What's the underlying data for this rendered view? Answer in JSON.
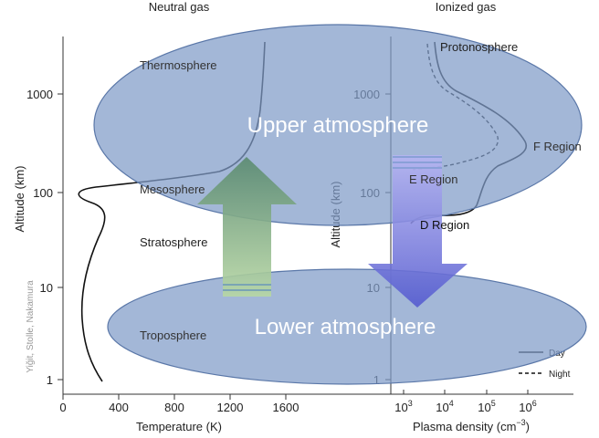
{
  "headers": {
    "left": "Neutral gas",
    "right": "Ionized gas"
  },
  "left_axis": {
    "ylabel": "Altitude (km)",
    "xlabel": "Temperature (K)",
    "y_ticks": [
      "1",
      "10",
      "100",
      "1000"
    ],
    "x_ticks": [
      "0",
      "400",
      "800",
      "1200",
      "1600"
    ]
  },
  "right_axis": {
    "ylabel": "Altitude (km)",
    "xlabel": "Plasma density (cm",
    "xlabel_exp": "−3",
    "xlabel_close": ")",
    "y_ticks": [
      "1",
      "10",
      "100",
      "1000"
    ],
    "x_ticks": [
      {
        "base": "10",
        "exp": "3"
      },
      {
        "base": "10",
        "exp": "4"
      },
      {
        "base": "10",
        "exp": "5"
      },
      {
        "base": "10",
        "exp": "6"
      }
    ]
  },
  "layers": {
    "thermosphere": "Thermosphere",
    "mesosphere": "Mesosphere",
    "stratosphere": "Stratosphere",
    "troposphere": "Troposphere"
  },
  "regions": {
    "protonosphere": "Protonosphere",
    "f_region": "F Region",
    "e_region": "E Region",
    "d_region": "D Region"
  },
  "overlays": {
    "upper": "Upper atmosphere",
    "lower": "Lower atmosphere"
  },
  "legend": {
    "day": "Day",
    "night": "Night"
  },
  "credit": "Yiğit, Stolle, Nakamura",
  "colors": {
    "ellipse_fill": "#7f9bc7",
    "ellipse_stroke": "#5a77a8",
    "up_arrow_top": "#5a8a70",
    "up_arrow_bottom": "#b7d7a4",
    "down_arrow_top": "#b7b5f2",
    "down_arrow_bottom": "#5359cf",
    "overlay_text": "#ffffff"
  }
}
